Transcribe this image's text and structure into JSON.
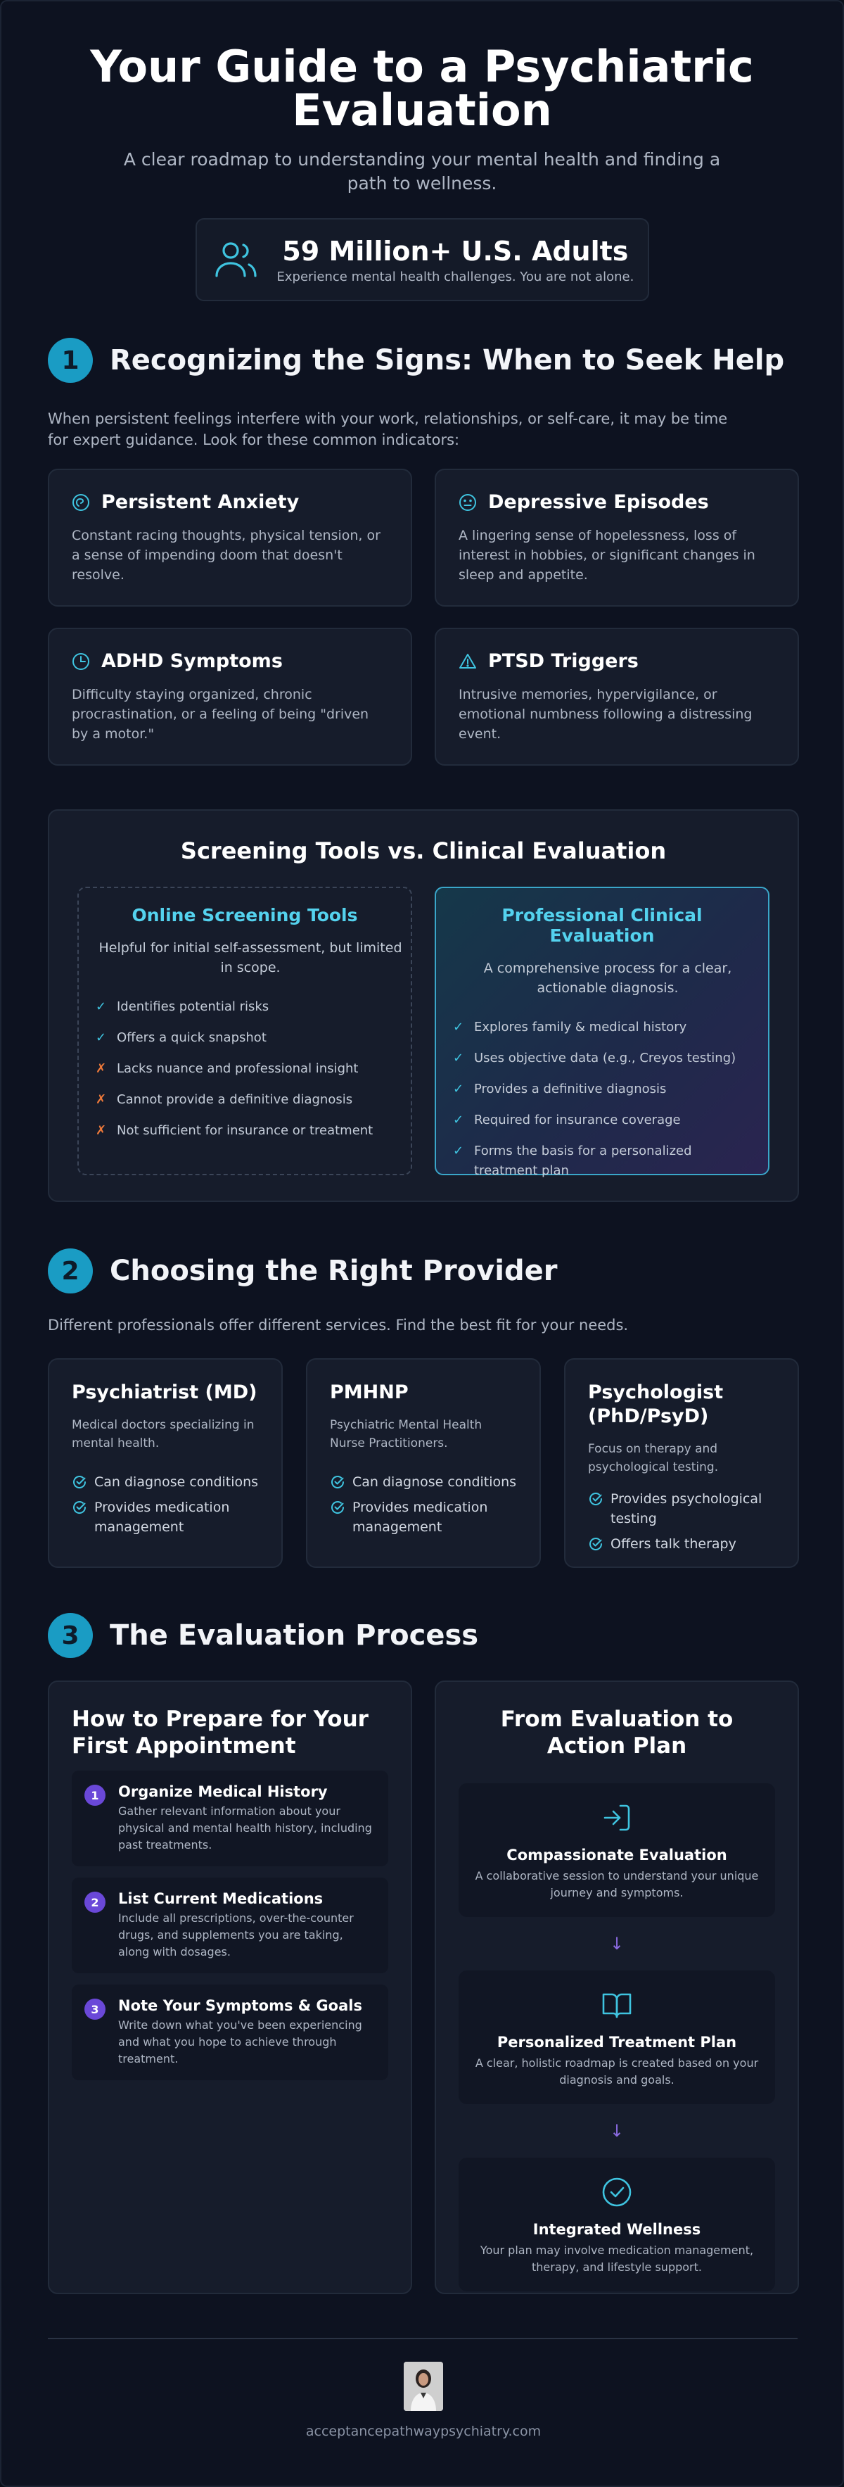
{
  "hero": {
    "title": "Your Guide to a Psychiatric Evaluation",
    "subtitle": "A clear roadmap to understanding your mental health and finding a path to wellness.",
    "stat_title": "59 Million+ U.S. Adults",
    "stat_sub": "Experience mental health challenges. You are not alone.",
    "stat_icon": "users-icon"
  },
  "section1": {
    "number": "1",
    "title": "Recognizing the Signs: When to Seek Help",
    "intro": "When persistent feelings interfere with your work, relationships, or self-care, it may be time for expert guidance. Look for these common indicators:",
    "signs": [
      {
        "icon": "brain-icon",
        "title": "Persistent Anxiety",
        "desc": "Constant racing thoughts, physical tension, or a sense of impending doom that doesn't resolve."
      },
      {
        "icon": "sad-face-icon",
        "title": "Depressive Episodes",
        "desc": "A lingering sense of hopelessness, loss of interest in hobbies, or significant changes in sleep and appetite."
      },
      {
        "icon": "clock-icon",
        "title": "ADHD Symptoms",
        "desc": "Difficulty staying organized, chronic procrastination, or a feeling of being \"driven by a motor.\""
      },
      {
        "icon": "warning-triangle-icon",
        "title": "PTSD Triggers",
        "desc": "Intrusive memories, hypervigilance, or emotional numbness following a distressing event."
      }
    ]
  },
  "screening": {
    "title": "Screening Tools vs. Clinical Evaluation",
    "online": {
      "title": "Online Screening Tools",
      "desc": "Helpful for initial self-assessment, but limited in scope.",
      "items": [
        {
          "mark": "✓",
          "ok": true,
          "text": "Identifies potential risks"
        },
        {
          "mark": "✓",
          "ok": true,
          "text": "Offers a quick snapshot"
        },
        {
          "mark": "✗",
          "ok": false,
          "text": "Lacks nuance and professional insight"
        },
        {
          "mark": "✗",
          "ok": false,
          "text": "Cannot provide a definitive diagnosis"
        },
        {
          "mark": "✗",
          "ok": false,
          "text": "Not sufficient for insurance or treatment"
        }
      ]
    },
    "pro": {
      "title": "Professional Clinical Evaluation",
      "desc": "A comprehensive process for a clear, actionable diagnosis.",
      "items": [
        {
          "mark": "✓",
          "text": "Explores family & medical history"
        },
        {
          "mark": "✓",
          "text": "Uses objective data (e.g., Creyos testing)"
        },
        {
          "mark": "✓",
          "text": "Provides a definitive diagnosis"
        },
        {
          "mark": "✓",
          "text": "Required for insurance coverage"
        },
        {
          "mark": "✓",
          "text": "Forms the basis for a personalized treatment plan"
        }
      ]
    }
  },
  "section2": {
    "number": "2",
    "title": "Choosing the Right Provider",
    "intro": "Different professionals offer different services. Find the best fit for your needs.",
    "providers": [
      {
        "title": "Psychiatrist (MD)",
        "desc": "Medical doctors specializing in mental health.",
        "items": [
          "Can diagnose conditions",
          "Provides medication management"
        ]
      },
      {
        "title": "PMHNP",
        "desc": "Psychiatric Mental Health Nurse Practitioners.",
        "items": [
          "Can diagnose conditions",
          "Provides medication management"
        ]
      },
      {
        "title": "Psychologist (PhD/PsyD)",
        "desc": "Focus on therapy and psychological testing.",
        "items": [
          "Provides psychological testing",
          "Offers talk therapy"
        ]
      }
    ]
  },
  "section3": {
    "number": "3",
    "title": "The Evaluation Process",
    "prepare": {
      "title": "How to Prepare for Your First Appointment",
      "steps": [
        {
          "num": "1",
          "title": "Organize Medical History",
          "desc": "Gather relevant information about your physical and mental health history, including past treatments."
        },
        {
          "num": "2",
          "title": "List Current Medications",
          "desc": "Include all prescriptions, over-the-counter drugs, and supplements you are taking, along with dosages."
        },
        {
          "num": "3",
          "title": "Note Your Symptoms & Goals",
          "desc": "Write down what you've been experiencing and what you hope to achieve through treatment."
        }
      ]
    },
    "plan": {
      "title": "From Evaluation to Action Plan",
      "arrow": "↓",
      "steps": [
        {
          "icon": "sign-in-icon",
          "title": "Compassionate Evaluation",
          "desc": "A collaborative session to understand your unique journey and symptoms."
        },
        {
          "icon": "open-book-icon",
          "title": "Personalized Treatment Plan",
          "desc": "A clear, holistic roadmap is created based on your diagnosis and goals."
        },
        {
          "icon": "check-circle-icon",
          "title": "Integrated Wellness",
          "desc": "Your plan may involve medication management, therapy, and lifestyle support."
        }
      ]
    }
  },
  "footer": {
    "url": "acceptancepathwaypsychiatry.com"
  },
  "colors": {
    "accent": "#1a9cc4",
    "cyan_text": "#54d2ee",
    "purple": "#6a48d8",
    "negative": "#f07a3a"
  }
}
